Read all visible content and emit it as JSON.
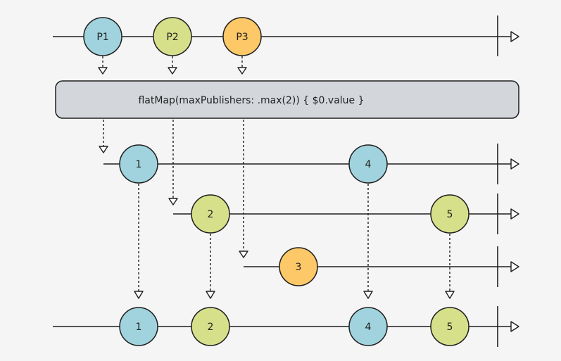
{
  "colors": {
    "blue": "#a0d3dd",
    "green": "#d6e08a",
    "orange": "#fdc867",
    "box": "#d3d6db",
    "background": "#f5f5f5"
  },
  "operator": {
    "label": "flatMap(maxPublishers: .max(2)) { $0.value }"
  },
  "source": {
    "marbles": [
      {
        "label": "P1",
        "color": "blue"
      },
      {
        "label": "P2",
        "color": "green"
      },
      {
        "label": "P3",
        "color": "orange"
      }
    ]
  },
  "inner": [
    {
      "marbles": [
        {
          "label": "1",
          "color": "blue"
        },
        {
          "label": "4",
          "color": "blue"
        }
      ]
    },
    {
      "marbles": [
        {
          "label": "2",
          "color": "green"
        },
        {
          "label": "5",
          "color": "green"
        }
      ]
    },
    {
      "marbles": [
        {
          "label": "3",
          "color": "orange"
        }
      ]
    }
  ],
  "output": {
    "marbles": [
      {
        "label": "1",
        "color": "blue"
      },
      {
        "label": "2",
        "color": "green"
      },
      {
        "label": "4",
        "color": "blue"
      },
      {
        "label": "5",
        "color": "green"
      }
    ]
  }
}
